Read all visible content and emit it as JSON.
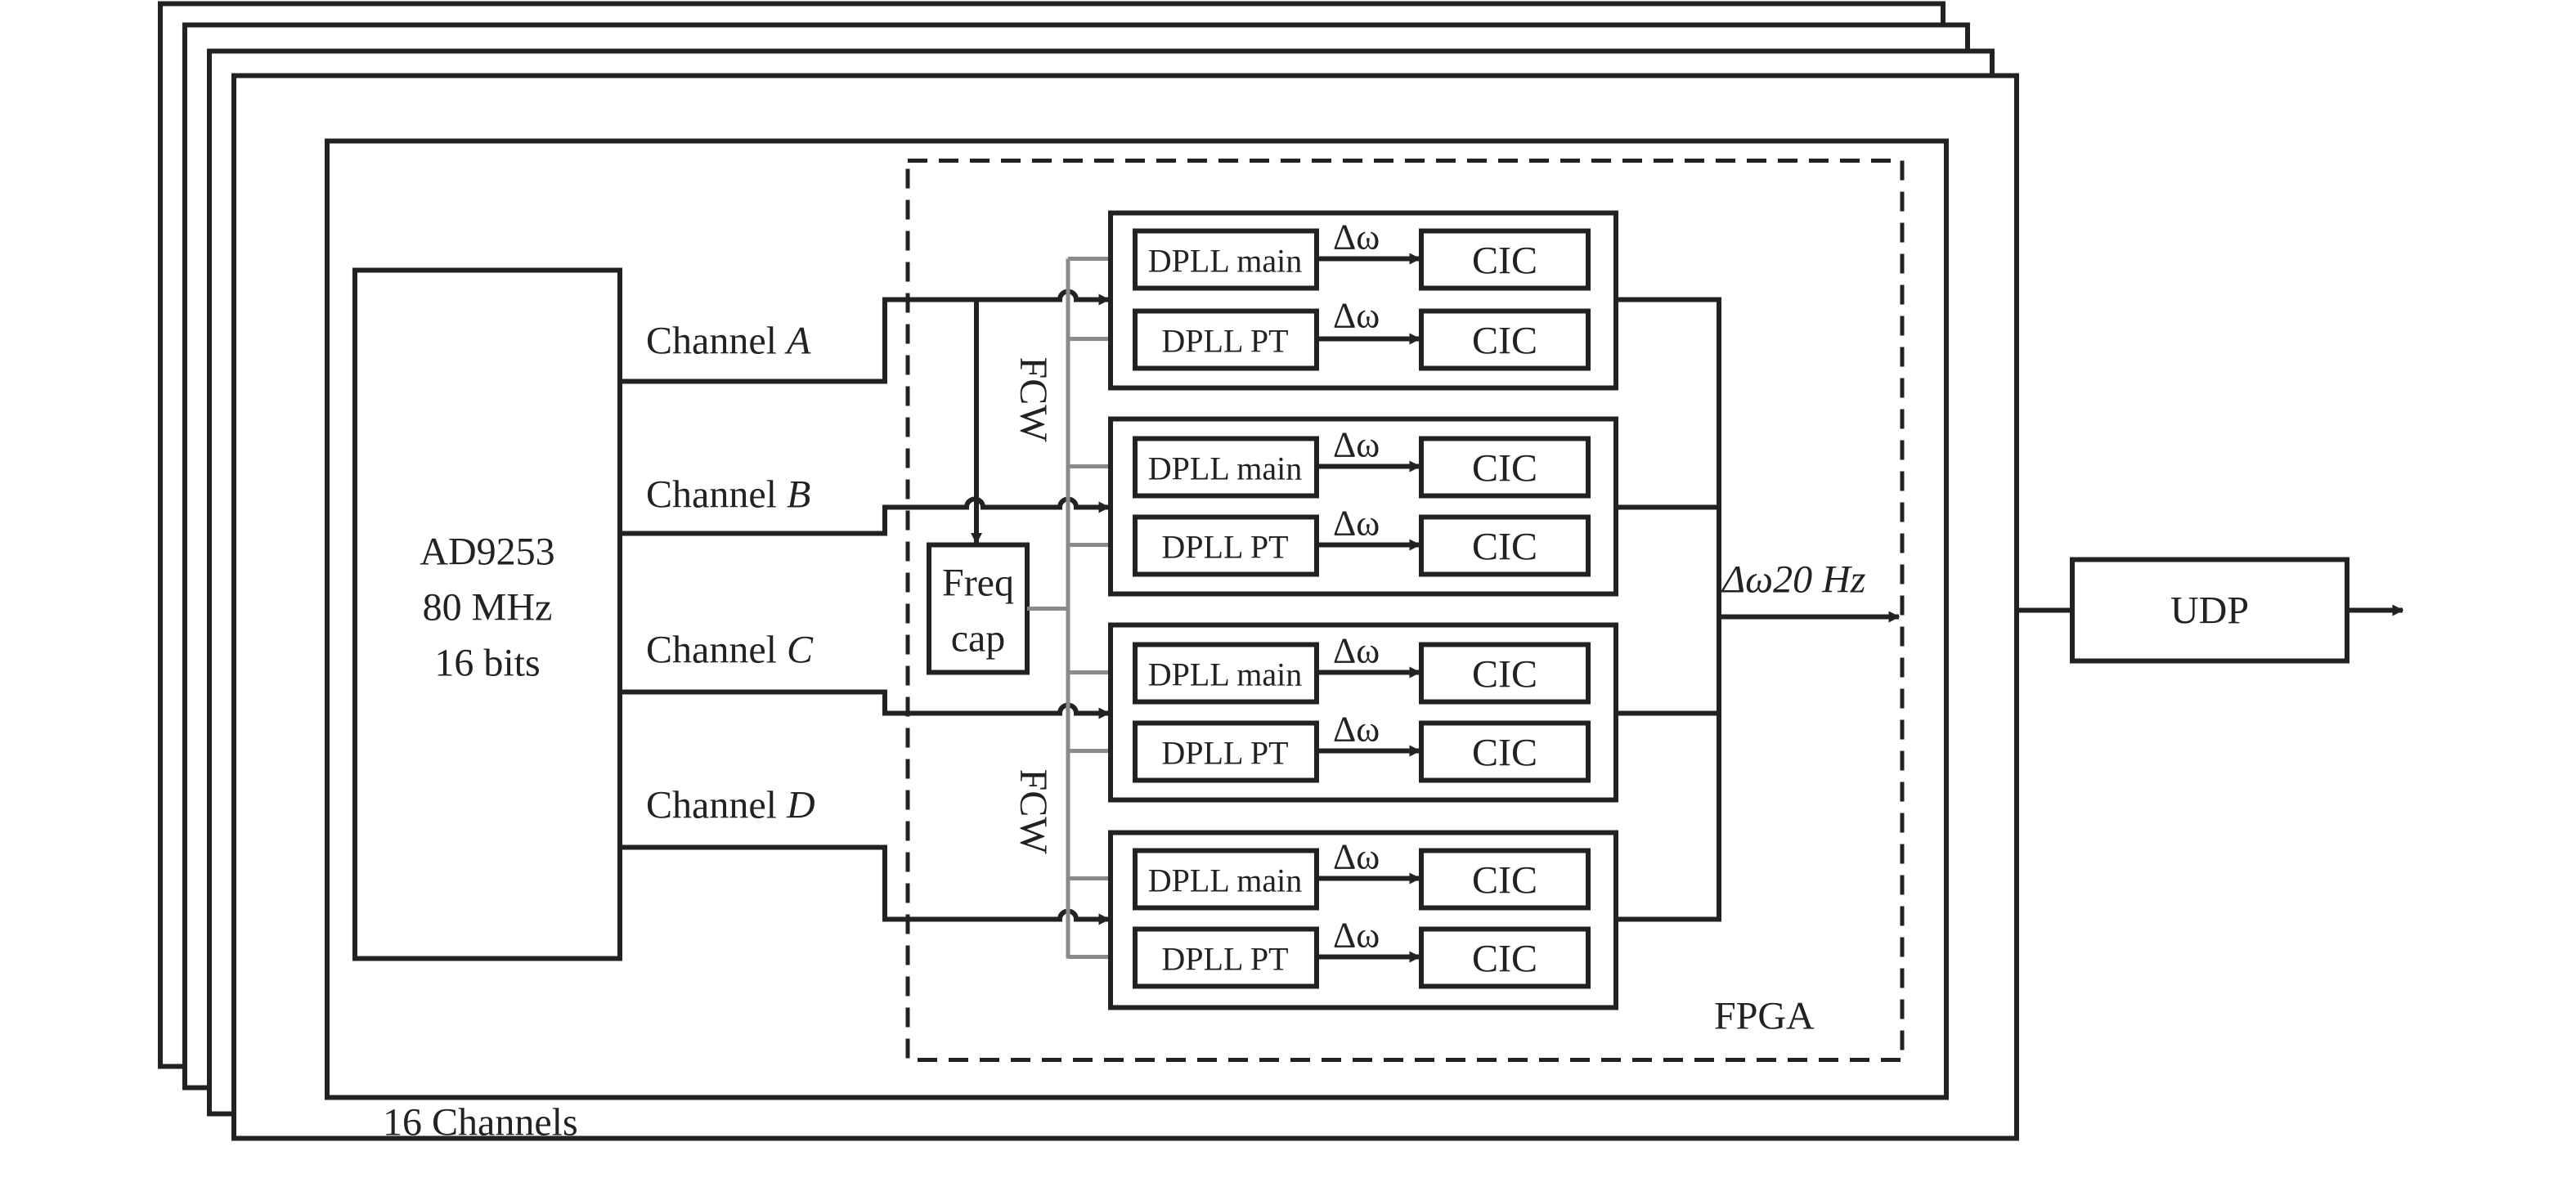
{
  "adc": {
    "line1": "AD9253",
    "line2": "80 MHz",
    "line3": "16 bits"
  },
  "channels": [
    {
      "prefix": "Channel ",
      "letter": "A"
    },
    {
      "prefix": "Channel ",
      "letter": "B"
    },
    {
      "prefix": "Channel ",
      "letter": "C"
    },
    {
      "prefix": "Channel ",
      "letter": "D"
    }
  ],
  "freq_cap": {
    "line1": "Freq",
    "line2": "cap"
  },
  "fcw_label": "FCW",
  "dpll_main_label": "DPLL main",
  "dpll_pt_label": "DPLL PT",
  "delta_omega": "Δω",
  "cic_label": "CIC",
  "output_rate": "Δω20 Hz",
  "fpga_label": "FPGA",
  "udp_label": "UDP",
  "channel_count_label": "16 Channels"
}
